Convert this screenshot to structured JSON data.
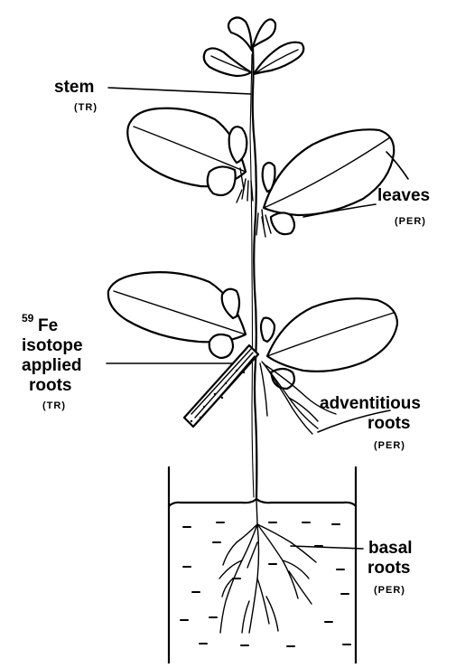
{
  "labels": {
    "stem": {
      "name": "stem",
      "tag": "(TR)"
    },
    "leaves": {
      "name": "leaves",
      "tag": "(PER)"
    },
    "isotope": {
      "superscript": "59",
      "line1": "Fe",
      "line2": "isotope",
      "line3": "applied",
      "line4": "roots",
      "tag": "(TR)"
    },
    "adventitious": {
      "line1": "adventitious",
      "line2": "roots",
      "tag": "(PER)"
    },
    "basal": {
      "line1": "basal",
      "line2": "roots",
      "tag": "(PER)"
    }
  },
  "colors": {
    "ink": "#000000",
    "background": "#ffffff"
  }
}
